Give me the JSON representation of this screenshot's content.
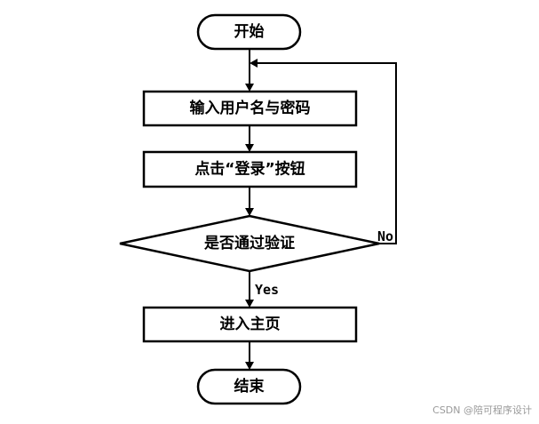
{
  "flowchart": {
    "nodes": {
      "start": {
        "label": "开始",
        "shape": "terminal"
      },
      "input_credentials": {
        "label": "输入用户名与密码",
        "shape": "process"
      },
      "click_login": {
        "label": "点击“登录”按钮",
        "shape": "process"
      },
      "verify_decision": {
        "label": "是否通过验证",
        "shape": "decision"
      },
      "enter_homepage": {
        "label": "进入主页",
        "shape": "process"
      },
      "end": {
        "label": "结束",
        "shape": "terminal"
      }
    },
    "edges": [
      {
        "from": "start",
        "to": "input_credentials",
        "label": ""
      },
      {
        "from": "input_credentials",
        "to": "click_login",
        "label": ""
      },
      {
        "from": "click_login",
        "to": "verify_decision",
        "label": ""
      },
      {
        "from": "verify_decision",
        "to": "enter_homepage",
        "label": "Yes"
      },
      {
        "from": "verify_decision",
        "to": "input_credentials",
        "label": "No"
      },
      {
        "from": "enter_homepage",
        "to": "end",
        "label": ""
      }
    ],
    "edge_labels": {
      "yes": "Yes",
      "no": "No"
    }
  },
  "watermark": "CSDN @陪可程序设计"
}
